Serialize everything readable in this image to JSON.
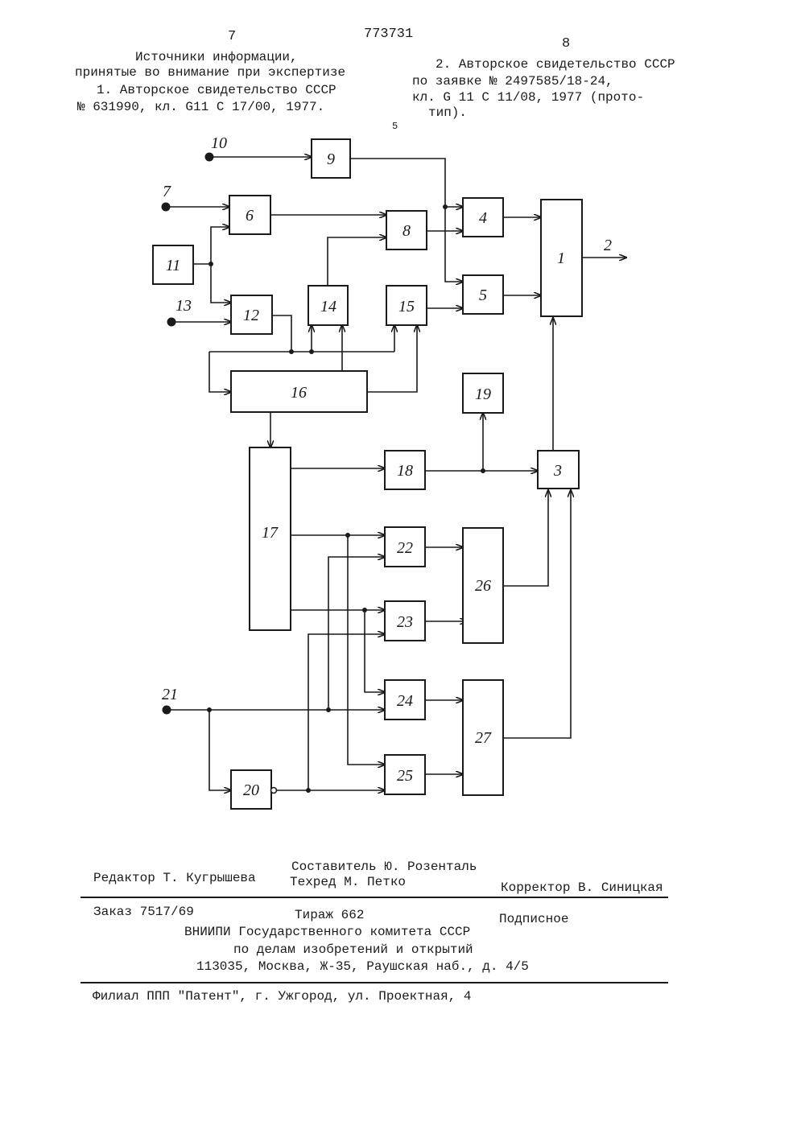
{
  "header": {
    "page_left": "7",
    "patent_number": "773731",
    "page_right": "8",
    "line_number": "5"
  },
  "references": {
    "heading_line1": "Источники информации,",
    "heading_line2": "принятые во внимание при экспертизе",
    "ref1_line1": "1. Авторское свидетельство СССР",
    "ref1_line2": "№ 631990, кл. G11 С 17/00, 1977.",
    "ref2_line1": "2. Авторское свидетельство СССР",
    "ref2_line2": "по заявке № 2497585/18-24,",
    "ref2_line3": "кл.  G  11  С  11/08,  1977  (прото-",
    "ref2_line4": "тип)."
  },
  "diagram": {
    "blocks": [
      "1",
      "3",
      "4",
      "5",
      "6",
      "8",
      "9",
      "11",
      "12",
      "14",
      "15",
      "16",
      "17",
      "18",
      "19",
      "20",
      "22",
      "23",
      "24",
      "25",
      "26",
      "27"
    ],
    "terminals": [
      "10",
      "7",
      "13",
      "21"
    ],
    "output_label": "2"
  },
  "footer": {
    "compiler": "Составитель Ю. Розенталь",
    "editor": "Редактор Т. Кугрышева",
    "techred": "Техред  М. Петко",
    "corrector": "Корректор  В. Синицкая",
    "order": "Заказ 7517/69",
    "circulation": "Тираж 662",
    "subscription": "Подписное",
    "org_line1": "ВНИИПИ Государственного комитета СССР",
    "org_line2": "по делам изобретений и открытий",
    "org_line3": "113035, Москва, Ж-35, Раушская наб., д. 4/5",
    "branch": "Филиал ППП \"Патент\", г. Ужгород, ул. Проектная, 4"
  }
}
